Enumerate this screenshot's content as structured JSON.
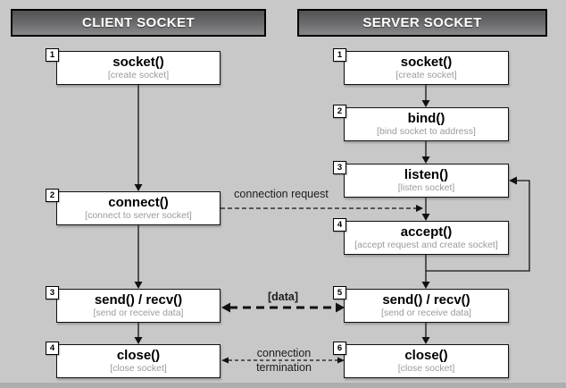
{
  "client": {
    "header": "CLIENT SOCKET",
    "steps": [
      {
        "num": "1",
        "title": "socket()",
        "subtitle": "[create socket]"
      },
      {
        "num": "2",
        "title": "connect()",
        "subtitle": "[connect to server socket]"
      },
      {
        "num": "3",
        "title": "send() / recv()",
        "subtitle": "[send or receive data]"
      },
      {
        "num": "4",
        "title": "close()",
        "subtitle": "[close socket]"
      }
    ]
  },
  "server": {
    "header": "SERVER SOCKET",
    "steps": [
      {
        "num": "1",
        "title": "socket()",
        "subtitle": "[create socket]"
      },
      {
        "num": "2",
        "title": "bind()",
        "subtitle": "[bind socket to address]"
      },
      {
        "num": "3",
        "title": "listen()",
        "subtitle": "[listen socket]"
      },
      {
        "num": "4",
        "title": "accept()",
        "subtitle": "[accept request and create socket]"
      },
      {
        "num": "5",
        "title": "send() / recv()",
        "subtitle": "[send or receive data]"
      },
      {
        "num": "6",
        "title": "close()",
        "subtitle": "[close socket]"
      }
    ]
  },
  "annotations": {
    "connection_request": "connection request",
    "data": "[data]",
    "termination_line1": "connection",
    "termination_line2": "termination"
  },
  "colors": {
    "background": "#c8c8c8",
    "box_background": "#ffffff",
    "box_border": "#101010",
    "header_gradient_top": "#525254",
    "header_gradient_bottom": "#8a8a8c",
    "header_text": "#ffffff",
    "subtitle_text": "#9b9b9b",
    "arrow": "#111111"
  }
}
